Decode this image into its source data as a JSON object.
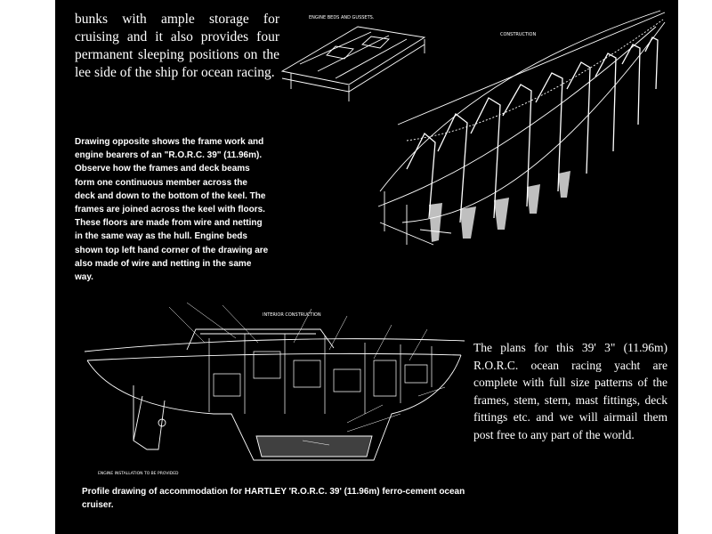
{
  "intro_text": "bunks with ample storage for cruising and it also provides four permanent sleeping positions on the lee side of the ship for ocean racing.",
  "drawing_note": "Drawing opposite shows the frame work and engine bearers of an \"R.O.R.C. 39\" (11.96m). Observe how the frames and deck beams form one continuous member across the deck and down to the bottom of the keel. The frames are joined across the keel with floors. These floors are made from wire and netting in the same way as the hull. Engine beds shown top left hand corner of the drawing are also made of wire and netting in the same way.",
  "plans_note": "The plans for this 39' 3\" (11.96m) R.O.R.C. ocean racing yacht are complete with full size patterns of the frames, stem, stern, mast fittings, deck fittings etc. and we will airmail them post free to any part of the world.",
  "caption": "Profile drawing of accommodation for HARTLEY 'R.O.R.C. 39' (11.96m) ferro-cement ocean cruiser.",
  "construction_drawing": {
    "engine_beds_title": "ENGINE BEDS AND GUSSETS.",
    "construction_title": "CONSTRUCTION"
  },
  "profile_drawing": {
    "title": "INTERIOR CONSTRUCTION",
    "engine_installation_note": "ENGINE INSTALLATION TO BE PROVIDED"
  },
  "colors": {
    "background": "#000000",
    "text": "#ffffff",
    "line": "#ffffff"
  }
}
